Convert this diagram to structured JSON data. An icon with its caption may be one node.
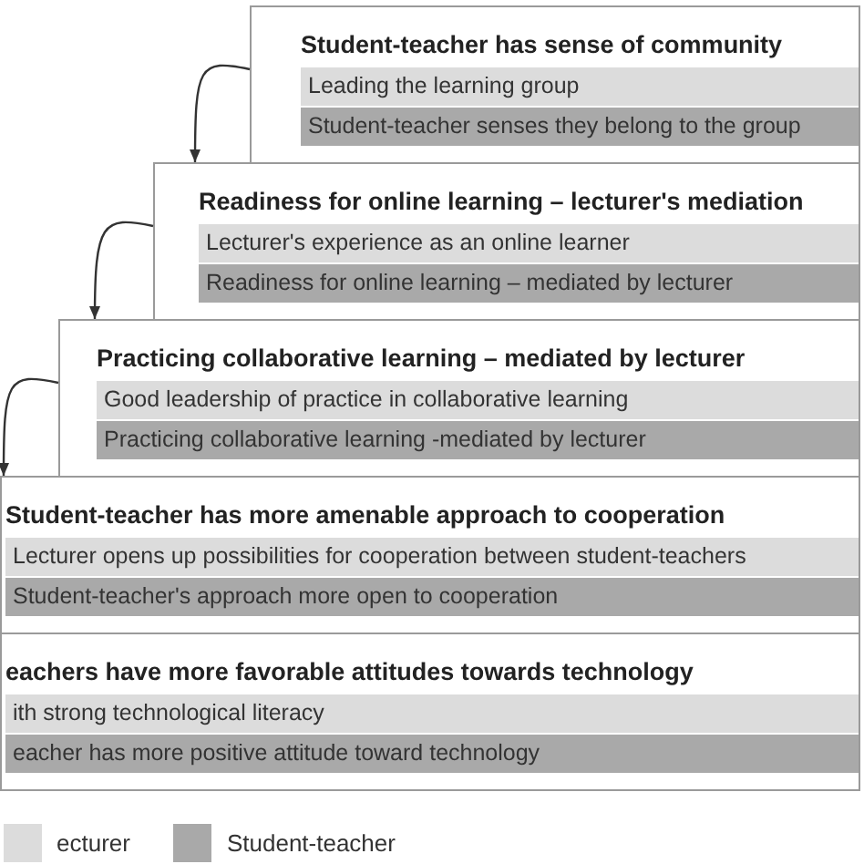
{
  "diagram": {
    "nodes": [
      {
        "text": [
          "Student-teacher has sense of community"
        ]
      },
      {
        "text": [
          "Leading the learning group"
        ],
        "in": 0
      },
      {
        "text": [
          "Student-teacher senses they belong to the group"
        ],
        "in": 0
      },
      {
        "text": [
          "Readiness for online learning – lecturer's mediation"
        ]
      },
      {
        "text": [
          "Lecturer's experience as an online learner"
        ],
        "in": 3
      },
      {
        "text": [
          "Readiness for online learning – mediated by lecturer"
        ],
        "in": 3
      },
      {
        "text": [
          "Practicing collaborative learning – mediated by lecturer"
        ]
      },
      {
        "text": [
          "Good leadership of practice in collaborative learning"
        ],
        "in": 6
      },
      {
        "text": [
          "Practicing collaborative learning -mediated by lecturer"
        ],
        "in": 6
      },
      {
        "text": [
          "Student-teacher has more amenable approach to cooperation"
        ]
      },
      {
        "text": [
          "Lecturer opens up possibilities for cooperation between student-teachers"
        ],
        "in": 9
      },
      {
        "text": [
          "Student-teacher's approach more open to cooperation"
        ],
        "in": 9
      },
      {
        "text": [
          "eachers have more favorable attitudes towards technology"
        ]
      },
      {
        "text": [
          "ith strong technological literacy"
        ],
        "in": 12
      },
      {
        "text": [
          "eacher has more positive attitude toward technology"
        ],
        "in": 12
      }
    ],
    "edges": [
      {
        "from": 0,
        "to": 3,
        "arrow": "to"
      },
      {
        "from": 3,
        "to": 6,
        "arrow": "to"
      },
      {
        "from": 6,
        "to": 9,
        "arrow": "to"
      }
    ],
    "legend": [
      {
        "text": "ecturer",
        "color": "#dcdcdc"
      },
      {
        "text": "Student-teacher",
        "color": "#a9a9a9"
      }
    ]
  }
}
